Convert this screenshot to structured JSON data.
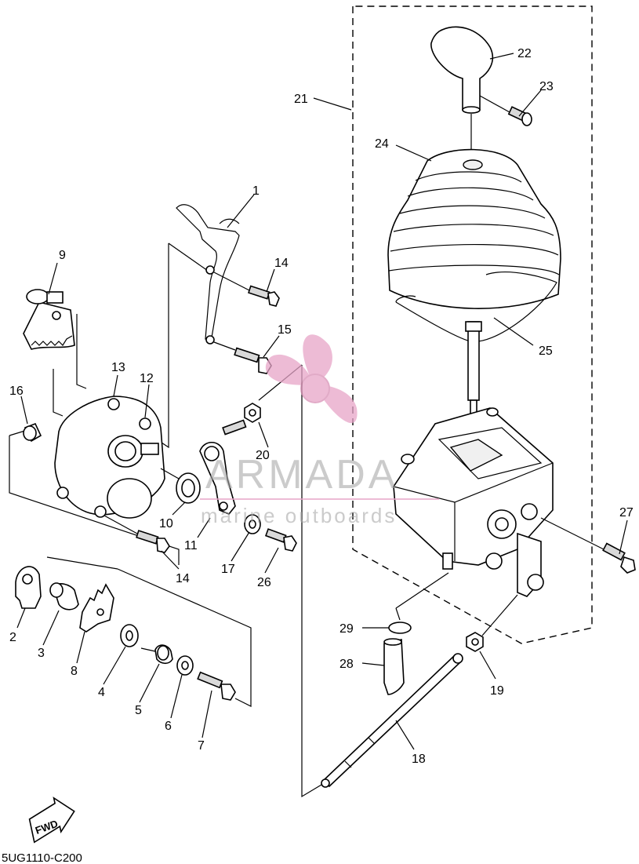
{
  "diagram_code": "5UG1110-C200",
  "fwd_label": "FWD",
  "watermark": {
    "brand": "ARMADA",
    "tagline": "marine outboards",
    "logo_color": "#e7a5c8"
  },
  "callouts": [
    {
      "id": "c1",
      "text": "1"
    },
    {
      "id": "c2",
      "text": "2"
    },
    {
      "id": "c3",
      "text": "3"
    },
    {
      "id": "c4",
      "text": "4"
    },
    {
      "id": "c5",
      "text": "5"
    },
    {
      "id": "c6",
      "text": "6"
    },
    {
      "id": "c7",
      "text": "7"
    },
    {
      "id": "c8",
      "text": "8"
    },
    {
      "id": "c9",
      "text": "9"
    },
    {
      "id": "c10",
      "text": "10"
    },
    {
      "id": "c11",
      "text": "11"
    },
    {
      "id": "c12",
      "text": "12"
    },
    {
      "id": "c13",
      "text": "13"
    },
    {
      "id": "c14a",
      "text": "14"
    },
    {
      "id": "c14b",
      "text": "14"
    },
    {
      "id": "c15",
      "text": "15"
    },
    {
      "id": "c16",
      "text": "16"
    },
    {
      "id": "c17",
      "text": "17"
    },
    {
      "id": "c18",
      "text": "18"
    },
    {
      "id": "c19",
      "text": "19"
    },
    {
      "id": "c20",
      "text": "20"
    },
    {
      "id": "c21",
      "text": "21"
    },
    {
      "id": "c22",
      "text": "22"
    },
    {
      "id": "c23",
      "text": "23"
    },
    {
      "id": "c24",
      "text": "24"
    },
    {
      "id": "c25",
      "text": "25"
    },
    {
      "id": "c26",
      "text": "26"
    },
    {
      "id": "c27",
      "text": "27"
    },
    {
      "id": "c28",
      "text": "28"
    },
    {
      "id": "c29",
      "text": "29"
    }
  ]
}
